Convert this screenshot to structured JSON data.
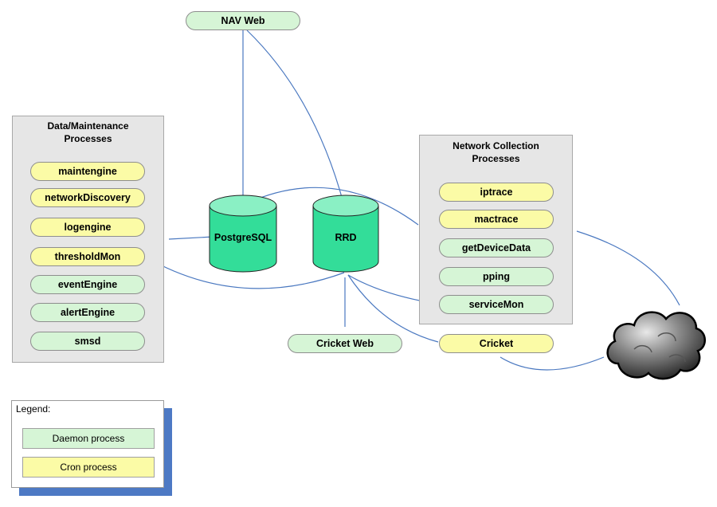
{
  "top": {
    "nav_web": "NAV Web"
  },
  "data_maintenance": {
    "title_line1": "Data/Maintenance",
    "title_line2": "Processes",
    "processes": [
      "maintengine",
      "networkDiscovery",
      "logengine",
      "thresholdMon",
      "eventEngine",
      "alertEngine",
      "smsd"
    ]
  },
  "network_collection": {
    "title_line1": "Network Collection",
    "title_line2": "Processes",
    "processes": [
      "iptrace",
      "mactrace",
      "getDeviceData",
      "pping",
      "serviceMon"
    ]
  },
  "databases": {
    "postgresql": "PostgreSQL",
    "rrd": "RRD"
  },
  "bottom": {
    "cricket_web": "Cricket Web",
    "cricket": "Cricket"
  },
  "legend": {
    "title": "Legend:",
    "daemon": "Daemon process",
    "cron": "Cron process"
  },
  "colors": {
    "daemon": "#d6f5d6",
    "cron": "#fbfba6",
    "database": "#33dd99",
    "connector": "#4a78c0",
    "group_bg": "#e6e6e6",
    "legend_shadow": "#4d79c4"
  },
  "icons": {
    "cloud": "network-cloud-icon",
    "database": "database-cylinder-icon"
  }
}
